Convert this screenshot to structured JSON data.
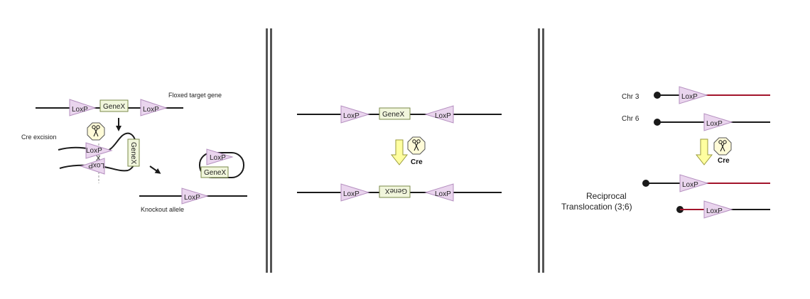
{
  "colors": {
    "dna": "#1a1a1a",
    "chr3": "#a3142b",
    "loxp_fill": "#ead5ee",
    "loxp_stroke": "#b48fbf",
    "gene_fill": "#f1f6dc",
    "gene_stroke": "#7a8a4a",
    "arrow_fill": "#ffffa0",
    "arrow_stroke": "#9a9a3a",
    "divider": "#555555",
    "cre_fill": "#fffbd8"
  },
  "icons": {
    "scissors": "scissors-icon",
    "arrow": "arrow-down-icon"
  },
  "labels": {
    "loxp": "LoxP",
    "gene": "GeneX",
    "cre": "Cre"
  },
  "panel1": {
    "floxed_label": "Floxed target gene",
    "cre_excision_label": "Cre excision",
    "knockout_label": "Knockout allele",
    "excision_cross": "X"
  },
  "panel3": {
    "chr3_label": "Chr 3",
    "chr6_label": "Chr 6",
    "reciprocal_line1": "Reciprocal",
    "reciprocal_line2": "Translocation (3;6)"
  }
}
